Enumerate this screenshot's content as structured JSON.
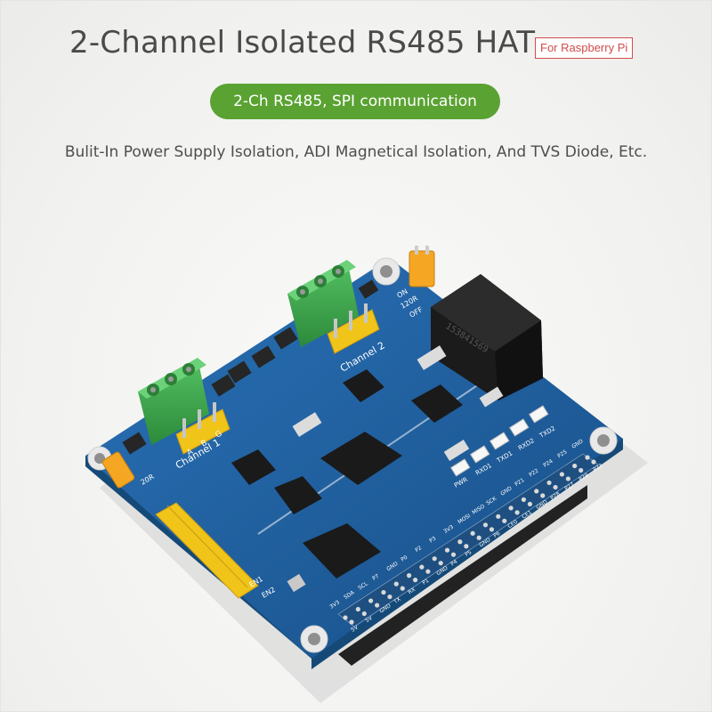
{
  "header": {
    "title": "2-Channel Isolated RS485 HAT",
    "tag": "For Raspberry Pi"
  },
  "feature_pill": "2-Ch RS485, SPI communication",
  "subtitle": "Bulit-In Power Supply Isolation, ADI Magnetical Isolation, And TVS Diode, Etc.",
  "board": {
    "channel1_label": "Channel 1",
    "channel2_label": "Channel 2",
    "terminal_letters": [
      "A",
      "B",
      "G"
    ],
    "switch_labels": [
      "ON",
      "120R",
      "OFF"
    ],
    "left_jumper_label": "20R",
    "enable_labels": [
      "EN1",
      "EN2"
    ],
    "led_labels": [
      "PWR",
      "RXD1",
      "TXD1",
      "RXD2",
      "TXD2"
    ],
    "pin_labels_top": [
      "3V3",
      "SDA",
      "SCL",
      "P7",
      "GND",
      "P0",
      "P2",
      "P3",
      "3V3",
      "MOSI",
      "MISO",
      "SCK",
      "GND",
      "P21",
      "P22",
      "P24",
      "P25",
      "GND"
    ],
    "pin_labels_right": [
      "5V",
      "5V",
      "GND",
      "TX",
      "RX",
      "P1",
      "GND",
      "P4",
      "P5",
      "GND",
      "P6",
      "CE0",
      "CE1",
      "GND",
      "P28",
      "P27",
      "P29",
      "P23"
    ],
    "ic_marking": "153841569",
    "colors": {
      "pcb": "#1f5f9e",
      "terminal": "#3da64a",
      "header_pins": "#f0c419",
      "jumper": "#f5a623"
    }
  }
}
